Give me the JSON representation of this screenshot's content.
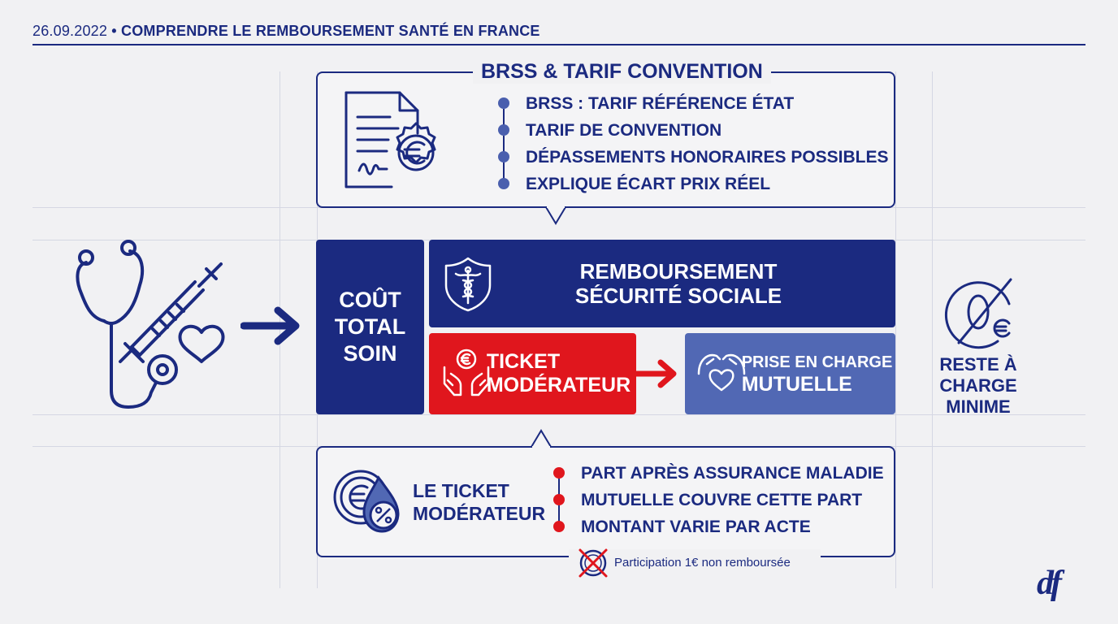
{
  "header": {
    "date": "26.09.2022",
    "separator": "•",
    "title": "COMPRENDRE LE REMBOURSEMENT SANTÉ EN FRANCE"
  },
  "brss_box": {
    "title": "BRSS & TARIF CONVENTION",
    "items": [
      "BRSS : TARIF RÉFÉRENCE ÉTAT",
      "TARIF DE CONVENTION",
      "DÉPASSEMENTS HONORAIRES POSSIBLES",
      "EXPLIQUE ÉCART PRIX RÉEL"
    ],
    "icon": "contract-euro-seal-icon"
  },
  "flow": {
    "cout_total": [
      "COÛT",
      "TOTAL",
      "SOIN"
    ],
    "securite_sociale": [
      "REMBOURSEMENT",
      "SÉCURITÉ SOCIALE"
    ],
    "ticket": [
      "TICKET",
      "MODÉRATEUR"
    ],
    "mutuelle": [
      "PRISE EN CHARGE",
      "MUTUELLE"
    ],
    "reste": [
      "RESTE À CHARGE",
      "MINIME"
    ]
  },
  "ticket_box": {
    "title": [
      "LE TICKET",
      "MODÉRATEUR"
    ],
    "items": [
      "PART APRÈS ASSURANCE MALADIE",
      "MUTUELLE COUVRE CETTE PART",
      "MONTANT VARIE PAR ACTE"
    ],
    "note": "Participation 1€ non remboursée"
  },
  "colors": {
    "navy": "#1b2a80",
    "red": "#e0161d",
    "blue": "#5168b4",
    "background": "#f1f1f3"
  },
  "logo": "df"
}
